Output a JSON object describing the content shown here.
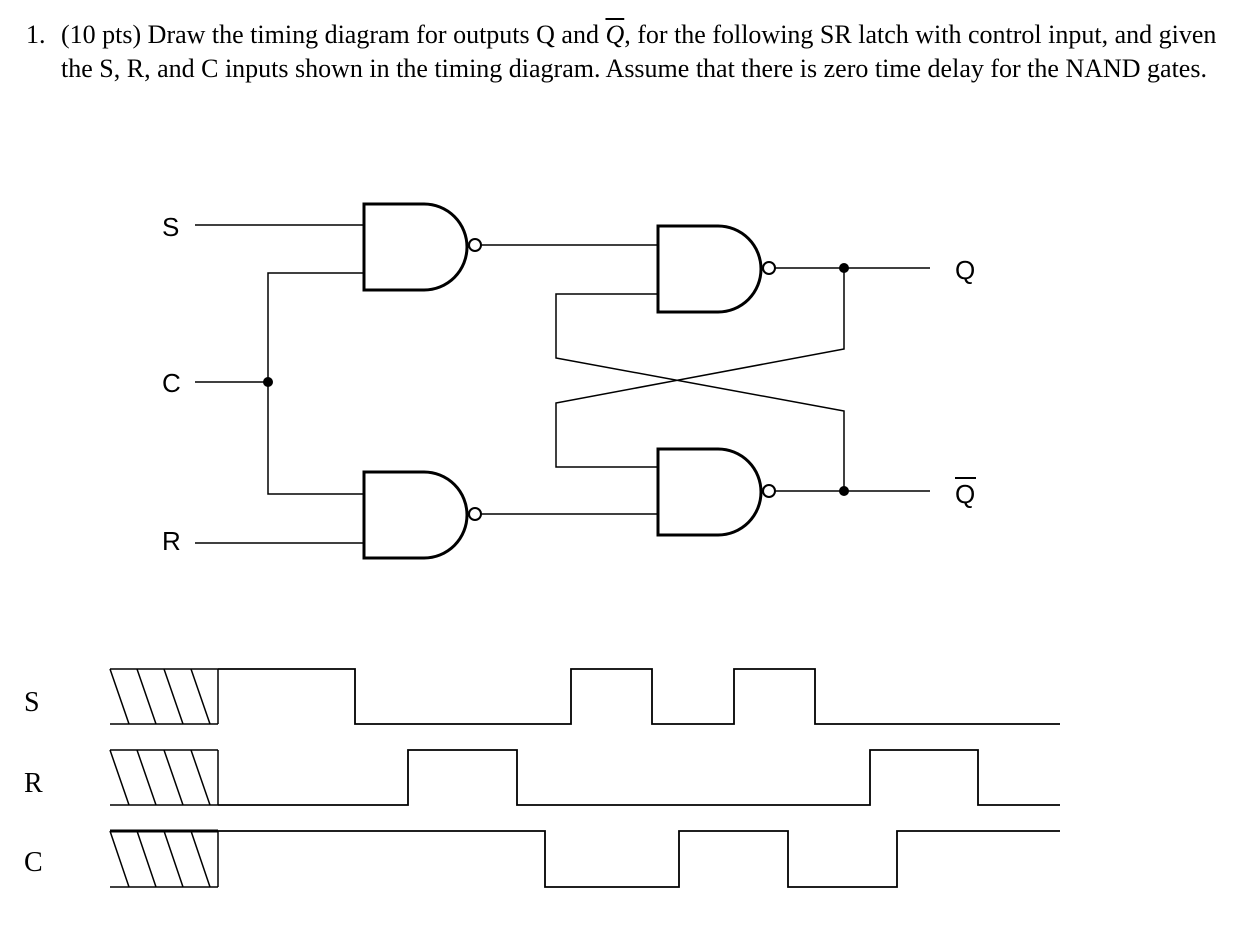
{
  "problem": {
    "number": "1.",
    "points": "(10 pts)",
    "text_part1": "Draw the timing diagram for outputs Q and ",
    "qbar": "Q",
    "text_part2": ", for the following SR latch with control input, and given the S, R, and C inputs shown in the timing diagram. Assume that there is zero time delay for the NAND gates."
  },
  "circuit": {
    "inputs": [
      "S",
      "C",
      "R"
    ],
    "outputs": [
      "Q",
      "Q"
    ],
    "output_q_bar_overline": true
  },
  "timing": {
    "signals": [
      {
        "name": "S",
        "waveform": [
          1,
          0,
          1,
          0,
          1,
          0
        ]
      },
      {
        "name": "R",
        "waveform": [
          0,
          1,
          0,
          1,
          0
        ]
      },
      {
        "name": "C",
        "waveform": [
          1,
          0,
          1,
          0,
          1
        ]
      }
    ]
  }
}
